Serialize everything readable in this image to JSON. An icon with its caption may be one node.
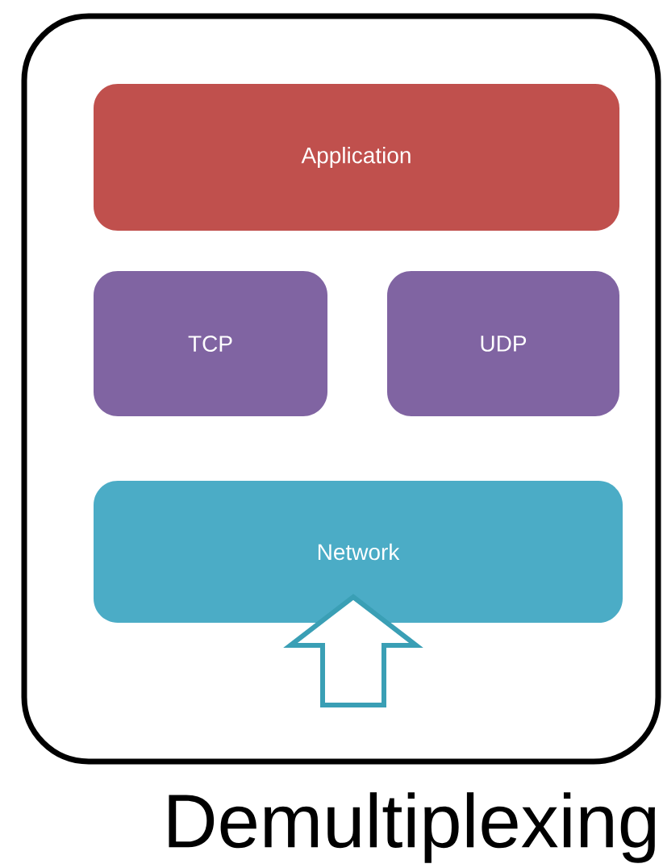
{
  "diagram": {
    "nodes": [
      {
        "text": [
          "Demultiplexing"
        ]
      },
      {
        "text": [
          "Application"
        ],
        "in": 0
      },
      {
        "text": [
          "TCP"
        ],
        "in": 0
      },
      {
        "text": [
          "UDP"
        ],
        "in": 0
      },
      {
        "text": [
          "Network"
        ],
        "in": 0
      }
    ],
    "edges": [
      {
        "from": null,
        "to": 4,
        "arrow": "to",
        "color": "#3a9fb5"
      }
    ]
  }
}
